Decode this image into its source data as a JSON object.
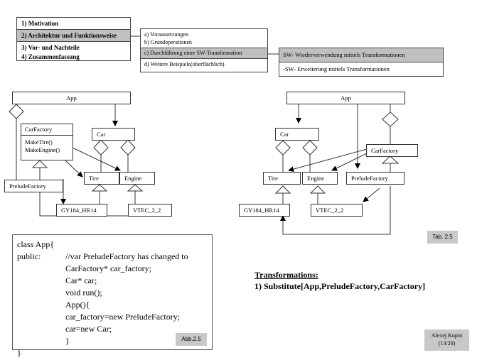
{
  "nav": {
    "level1": [
      {
        "label": "1) Motivation",
        "selected": false
      },
      {
        "label": "2) Architektur und Funktionsweise",
        "selected": true
      },
      {
        "label": "3) Vor- und Nachteile",
        "selected": false
      },
      {
        "label": "4) Zusammenfassung",
        "selected": false
      }
    ],
    "level2": [
      {
        "label": "a) Voraussetzungen",
        "selected": false
      },
      {
        "label": "b) Grundoperationen",
        "selected": false
      },
      {
        "label": "c) Durchführung einer SW-Transformation",
        "selected": true
      },
      {
        "label": "d) Weitere Beispiele(oberflächlich)",
        "selected": false
      }
    ],
    "level3": [
      {
        "label": "SW- Wiederverwendung mittels Transformationen",
        "selected": true
      },
      {
        "label": "-SW- Erweiterung mittels Transformationen",
        "selected": false
      }
    ]
  },
  "left_diagram": {
    "app": "App",
    "car": "Car",
    "car_factory": "CarFactory",
    "car_factory_methods": [
      "MakeTire()",
      "MakeEngine()"
    ],
    "prelude_factory": "PreludeFactory",
    "tire": "Tire",
    "engine": "Engine",
    "gy184": "GY184_HR14",
    "vtec": "VTEC_2_2"
  },
  "right_diagram": {
    "app": "App",
    "car": "Car",
    "car_factory": "CarFactory",
    "prelude_factory": "PreludeFactory",
    "tire": "Tire",
    "engine": "Engine",
    "gy184": "GY184_HR14",
    "vtec": "VTEC_2_2",
    "caption": "Tab. 2.5"
  },
  "code": {
    "lines": [
      [
        "class App{",
        ""
      ],
      [
        "public:",
        "//var PreludeFactory has changed to"
      ],
      [
        "",
        "CarFactory* car_factory;"
      ],
      [
        "",
        "Car* car;"
      ],
      [
        "",
        "void run();"
      ],
      [
        "",
        "App(){"
      ],
      [
        "",
        "car_factory=new PreludeFactory;"
      ],
      [
        "",
        "car=new Car;"
      ],
      [
        "",
        "}"
      ],
      [
        "}",
        ""
      ]
    ],
    "caption": "Abb.2.5"
  },
  "transformations": {
    "title": "Transformations:",
    "items": [
      "1) Substitute[App,PreludeFactory,CarFactory]"
    ]
  },
  "footer": {
    "author": "Alexej Kupin",
    "page": "(13/20)"
  }
}
